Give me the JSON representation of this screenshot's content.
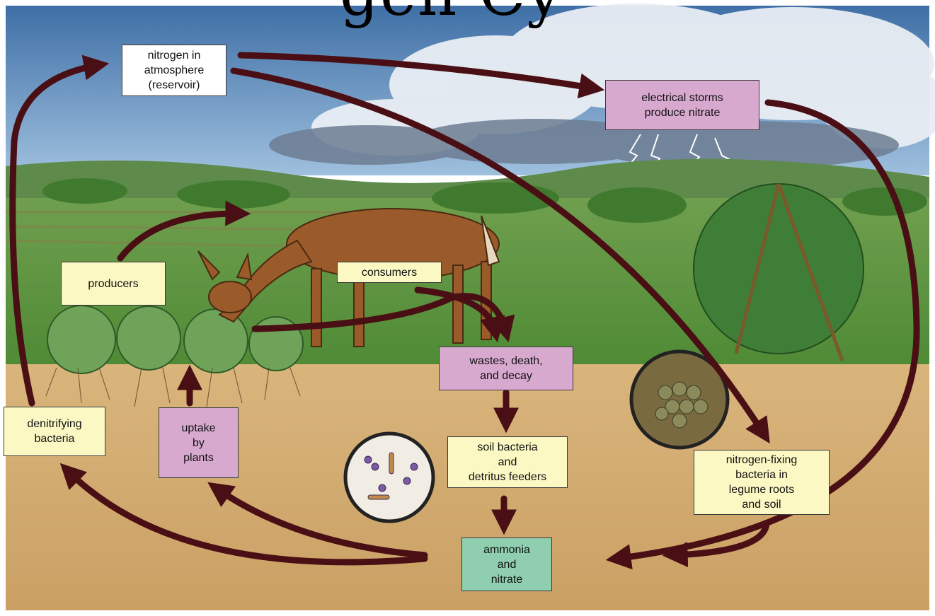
{
  "title_fragment": "gen Cy",
  "labels": {
    "atmosphere": "nitrogen in\natmosphere\n(reservoir)",
    "storms": "electrical storms\nproduce nitrate",
    "producers": "producers",
    "consumers": "consumers",
    "wastes": "wastes, death,\nand decay",
    "soil_bacteria": "soil bacteria\nand\ndetritus feeders",
    "ammonia": "ammonia\nand\nnitrate",
    "denitrifying": "denitrifying\nbacteria",
    "uptake": "uptake\nby\nplants",
    "nitrogen_fixing": "nitrogen-fixing\nbacteria in\nlegume roots\nand soil"
  },
  "colors": {
    "arrow": "#4a0f14",
    "sky": "#4f7db0",
    "soil": "#d8b47a",
    "grass": "#5f9a3f",
    "box_pink": "#d8a9cf",
    "box_yellow": "#fbf8c4",
    "box_green": "#8fcfb0"
  }
}
